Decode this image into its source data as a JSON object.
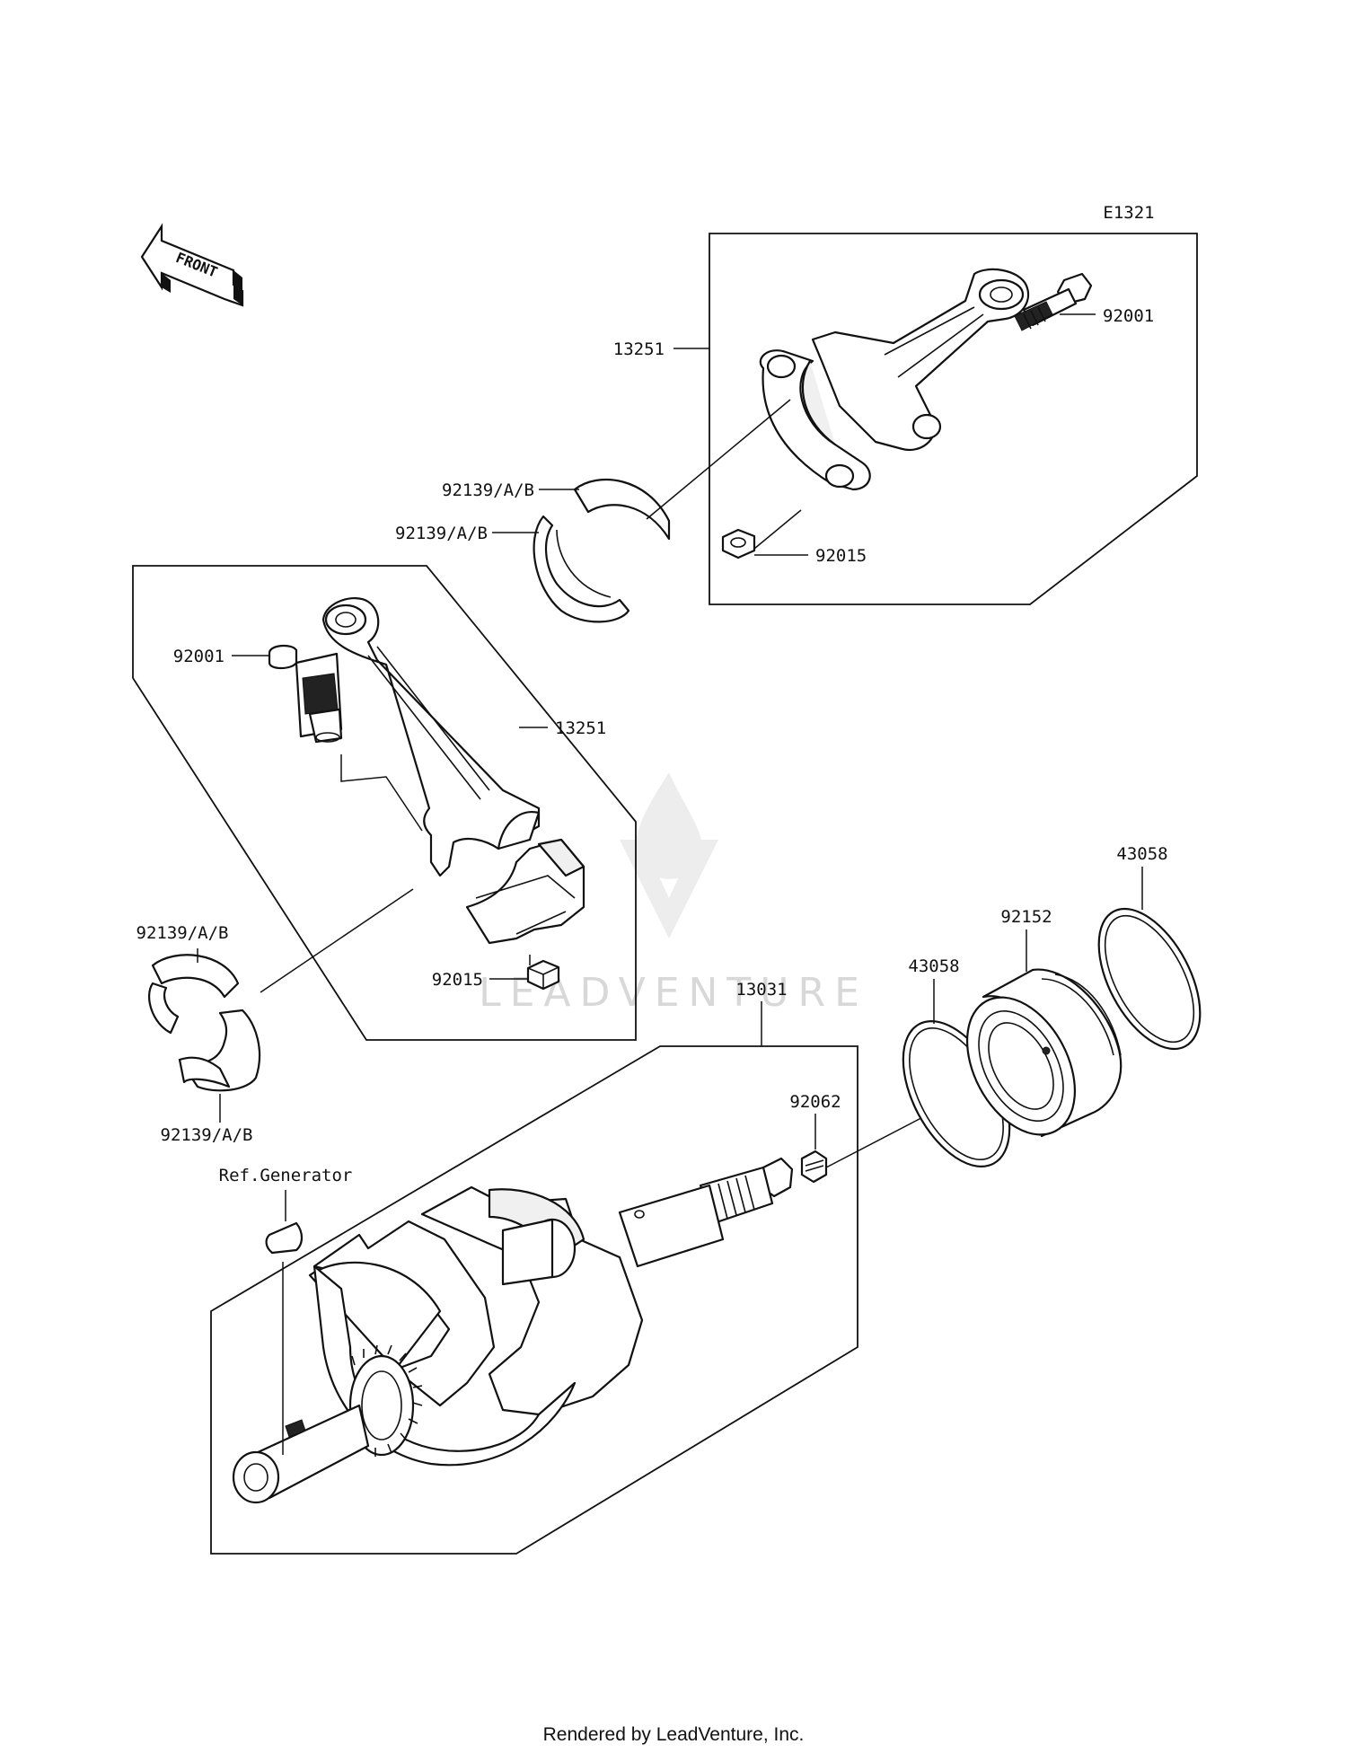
{
  "diagram_code": "E1321",
  "front_label": "FRONT",
  "footer_text": "Rendered by LeadVenture, Inc.",
  "watermark_text": "LEADVENTURE",
  "callouts": {
    "rod_a": "13251",
    "bolt_a": "92001",
    "bearing_a1": "92139/A/B",
    "bearing_a2": "92139/A/B",
    "nut_a": "92015",
    "bolt_b": "92001",
    "rod_b": "13251",
    "bearing_b1": "92139/A/B",
    "nut_b": "92015",
    "bearing_b2": "92139/A/B",
    "crankshaft": "13031",
    "ring_left": "43058",
    "seal_ring": "92152",
    "ring_right": "43058",
    "plug": "92062",
    "ref_generator": "Ref.Generator"
  },
  "icons": [
    "front-arrow-icon",
    "leadventure-logo-watermark"
  ]
}
